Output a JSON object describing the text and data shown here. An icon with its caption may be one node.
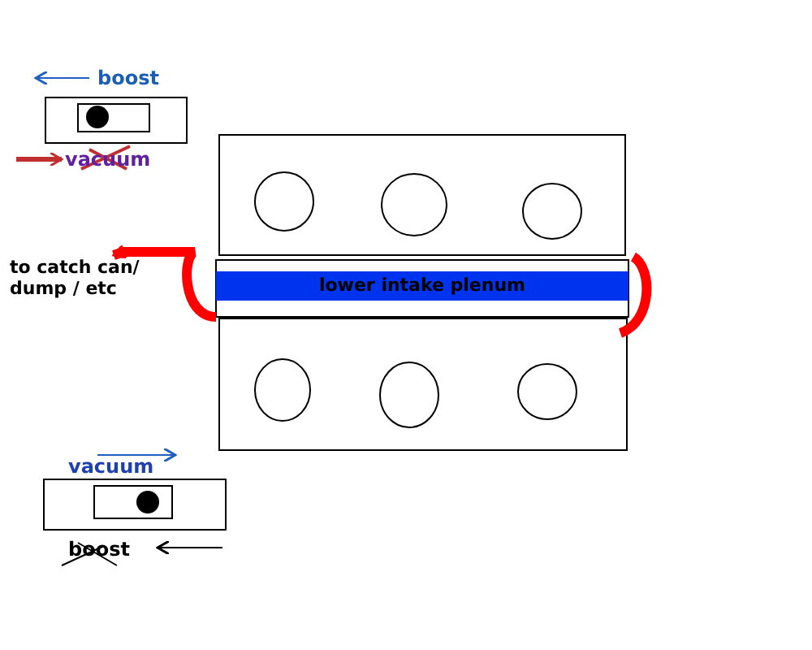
{
  "diagram": {
    "nodes": [
      {
        "text": [
          "to catch can/ dump / etc"
        ]
      },
      {
        "text": [
          "lower intake plenum"
        ]
      }
    ],
    "edges": [
      {
        "from": 1,
        "to": 0,
        "arrow": "to",
        "color": "#ff0000"
      }
    ],
    "labels": [
      "boost",
      "vacuum",
      "vacuum",
      "boost"
    ]
  }
}
